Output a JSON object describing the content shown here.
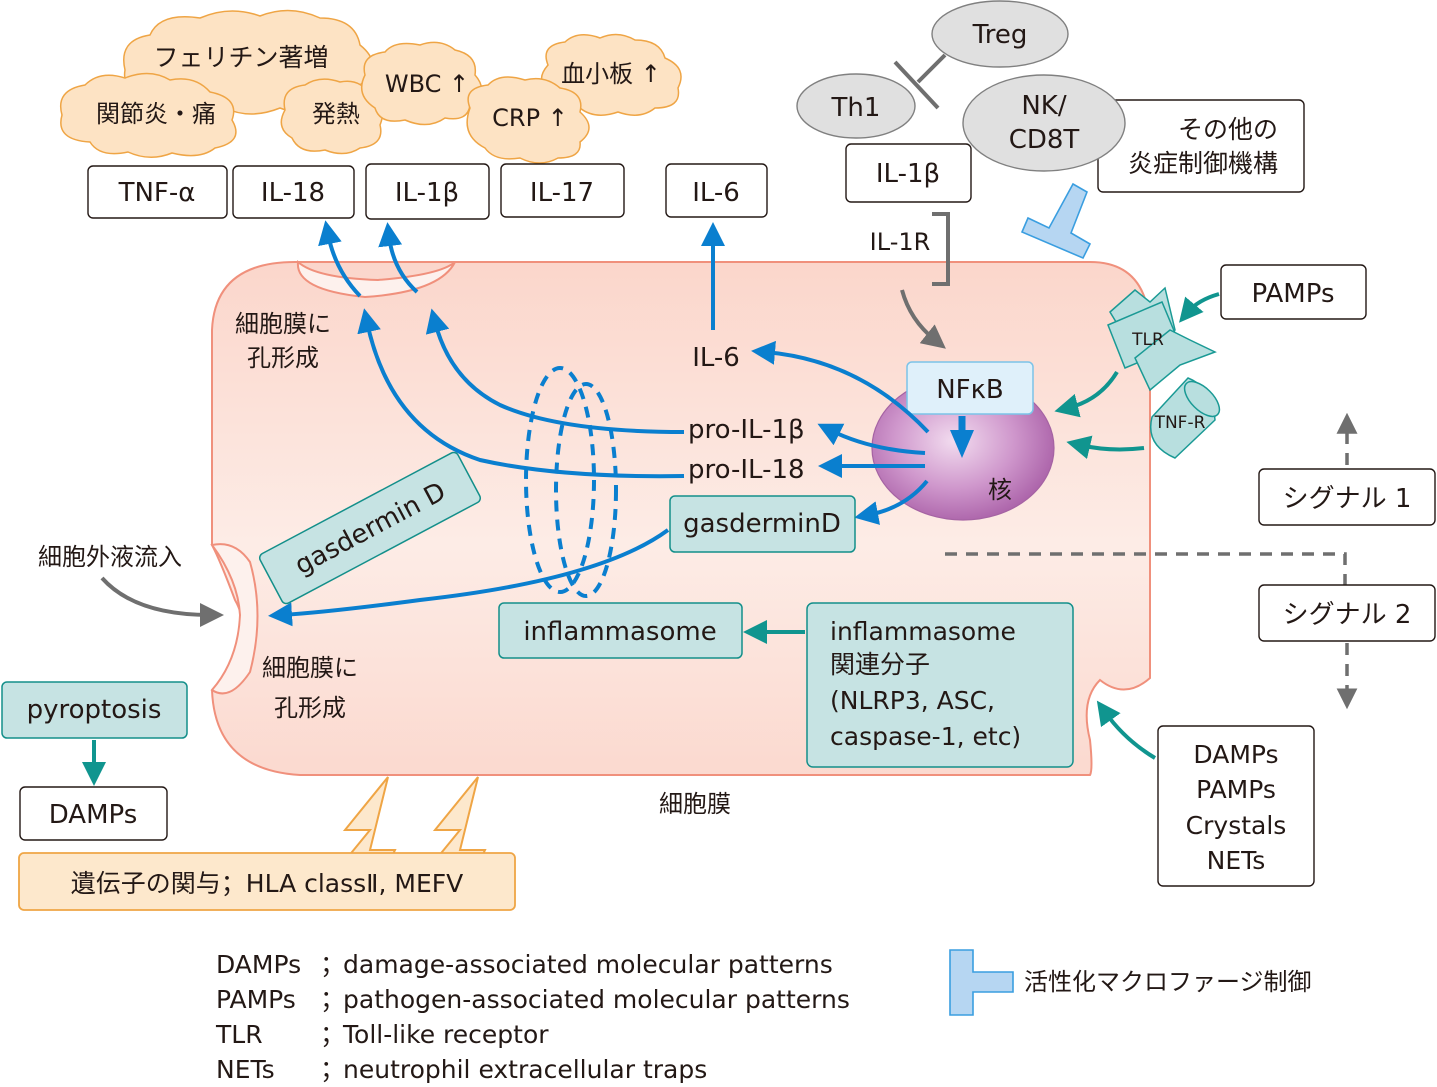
{
  "symptoms": {
    "ferritin": "フェリチン著増",
    "arthritis": "関節炎・痛",
    "fever": "発熱",
    "wbc": "WBC ↑",
    "crp": "CRP ↑",
    "platelet": "血小板 ↑"
  },
  "cytokines": {
    "tnf": "TNF-α",
    "il18": "IL-18",
    "il1b": "IL-1β",
    "il17": "IL-17",
    "il6": "IL-6"
  },
  "immune_cells": {
    "treg": "Treg",
    "th1": "Th1",
    "nk_line1": "NK/",
    "nk_line2": "CD8T"
  },
  "other_control": {
    "line1": "その他の",
    "line2": "炎症制御機構"
  },
  "il1b_ext": "IL-1β",
  "il1r": "IL-1R",
  "cell": {
    "pore_top_line1": "細胞膜に",
    "pore_top_line2": "孔形成",
    "pore_left_line1": "細胞膜に",
    "pore_left_line2": "孔形成",
    "influx": "細胞外液流入",
    "membrane": "細胞膜",
    "il6_inner": "IL-6",
    "pro_il1b": "pro-IL-1β",
    "pro_il18": "pro-IL-18",
    "gasdermin_d_box": "gasderminD",
    "gasdermin_d_tilted": "gasdermin D",
    "nfkb": "NFκB",
    "nucleus": "核",
    "inflammasome": "inflammasome",
    "inflammasome_related": {
      "line1": "inflammasome",
      "line2": "関連分子",
      "line3": "(NLRP3, ASC,",
      "line4": "caspase-1, etc)"
    },
    "tlr": "TLR",
    "tnfr": "TNF-R"
  },
  "pamps_box": "PAMPs",
  "signals": {
    "signal1": "シグナル 1",
    "signal2": "シグナル 2"
  },
  "triggers": [
    "DAMPs",
    "PAMPs",
    "Crystals",
    "NETs"
  ],
  "pyroptosis": "pyroptosis",
  "damps_out": "DAMPs",
  "genes": "遺伝子の関与；HLA classⅡ, MEFV",
  "legend": {
    "abbreviations": [
      {
        "abbr": "DAMPs",
        "sep": "；",
        "desc": "damage-associated molecular patterns"
      },
      {
        "abbr": "PAMPs",
        "sep": "；",
        "desc": "pathogen-associated molecular patterns"
      },
      {
        "abbr": "TLR",
        "sep": "；",
        "desc": "Toll-like receptor"
      },
      {
        "abbr": "NETs",
        "sep": "；",
        "desc": "neutrophil extracellular traps"
      }
    ],
    "macrophage_control": "活性化マクロファージ制御"
  },
  "colors": {
    "cell_fill": "#fbd9cf",
    "cell_stroke": "#f0907c",
    "cytokine_arrow": "#0a7fcf",
    "signal_arrow": "#10958f",
    "nucleus": "#b26db0"
  }
}
